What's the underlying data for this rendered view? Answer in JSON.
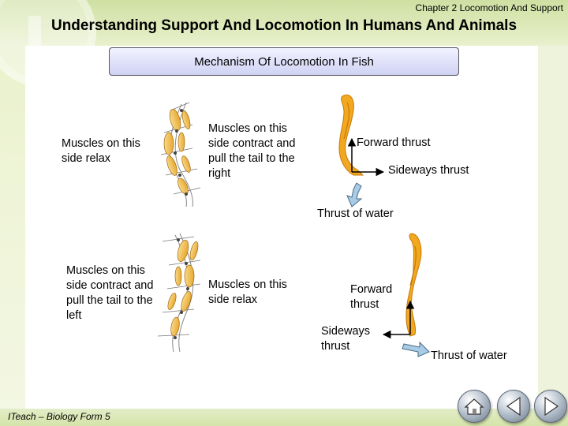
{
  "header": {
    "chapter": "Chapter 2 Locomotion And Support",
    "title": "Understanding Support And Locomotion In Humans And Animals"
  },
  "subtitle": "Mechanism Of Locomotion In Fish",
  "top_row": {
    "left_muscles": "Muscles on this side relax",
    "right_muscles": "Muscles on this side contract and pull the tail to the right",
    "forward": "Forward thrust",
    "sideways": "Sideways thrust",
    "water": "Thrust of water"
  },
  "bottom_row": {
    "left_muscles": "Muscles on this side contract and pull the tail to the left",
    "right_muscles": "Muscles on this side relax",
    "forward": "Forward thrust",
    "sideways": "Sideways thrust",
    "water": "Thrust of water"
  },
  "footer": "ITeach – Biology Form 5",
  "nav": {
    "home_icon": "home-icon",
    "back_icon": "triangle-left-icon",
    "forward_icon": "triangle-right-icon"
  },
  "colors": {
    "fish_body": "#f2a81e",
    "fish_dark": "#c87808",
    "arrow_blue": "#a8cce6",
    "box_gradient_end": "#cfd2f4"
  }
}
